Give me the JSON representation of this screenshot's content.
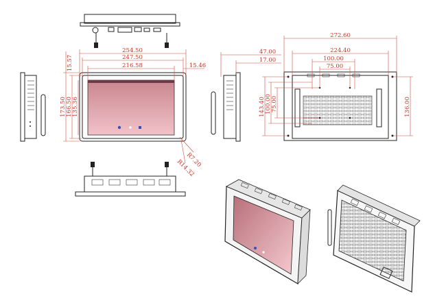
{
  "colors": {
    "dimension": "#c0392b",
    "outline": "#222222",
    "screen_top": "#c9868f",
    "screen_bottom": "#f2c2c8"
  },
  "front_view": {
    "dims_horizontal": [
      "254.50",
      "247.50",
      "216.58",
      "15.46"
    ],
    "dims_vertical": [
      "15.57",
      "173.50",
      "166.50",
      "135.36"
    ],
    "dims_corner": [
      "R7.20",
      "R14.32"
    ]
  },
  "back_view": {
    "dims_horizontal": [
      "272.60",
      "224.40",
      "100.00",
      "75.00"
    ],
    "dims_vertical": [
      "143.40",
      "100.00",
      "75.00",
      "136.00"
    ]
  },
  "side_view": {
    "dims_horizontal": [
      "47.00",
      "17.00"
    ]
  }
}
